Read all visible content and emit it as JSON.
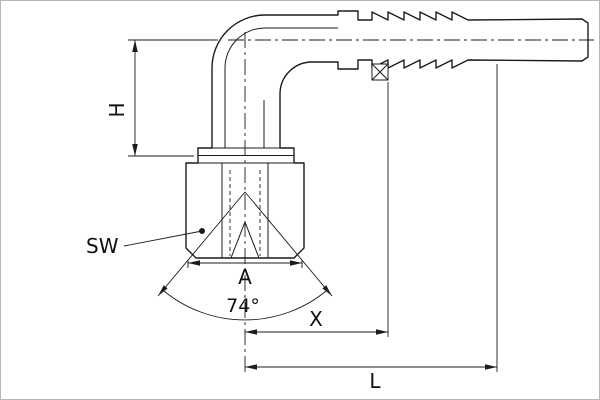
{
  "drawing": {
    "background_color": "#ffffff",
    "line_color": "#1c1c1c",
    "frame_color": "#b5b5b5",
    "labels": {
      "height": "H",
      "wrench_size": "SW",
      "seat_dim": "A",
      "cone_angle": "74°",
      "dim_x": "X",
      "dim_l": "L"
    }
  }
}
